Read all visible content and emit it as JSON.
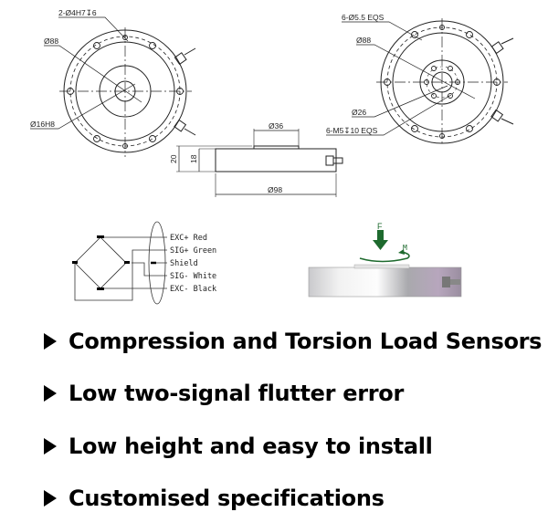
{
  "drawing": {
    "left_view": {
      "holes": "2-Ø4H7↧6",
      "outer_dia": "Ø88",
      "center_dia": "Ø16H8"
    },
    "right_view": {
      "holes": "6-Ø5.5 EQS",
      "outer_dia": "Ø88",
      "center_dia": "Ø26",
      "threads": "6-M5↧10 EQS"
    },
    "side_view": {
      "boss_dia": "Ø36",
      "height_total": "20",
      "height_body": "18",
      "body_dia": "Ø98"
    }
  },
  "wiring": {
    "labels": [
      "EXC+ Red",
      "SIG+ Green",
      "Shield",
      "SIG- White",
      "EXC- Black"
    ]
  },
  "load_diagram": {
    "force_label": "F",
    "moment_label": "M",
    "arrow_color": "#1e6a2e"
  },
  "features": [
    "Compression and Torsion Load Sensors",
    "Low two-signal flutter error",
    "Low height and easy to install",
    "Customised specifications"
  ]
}
